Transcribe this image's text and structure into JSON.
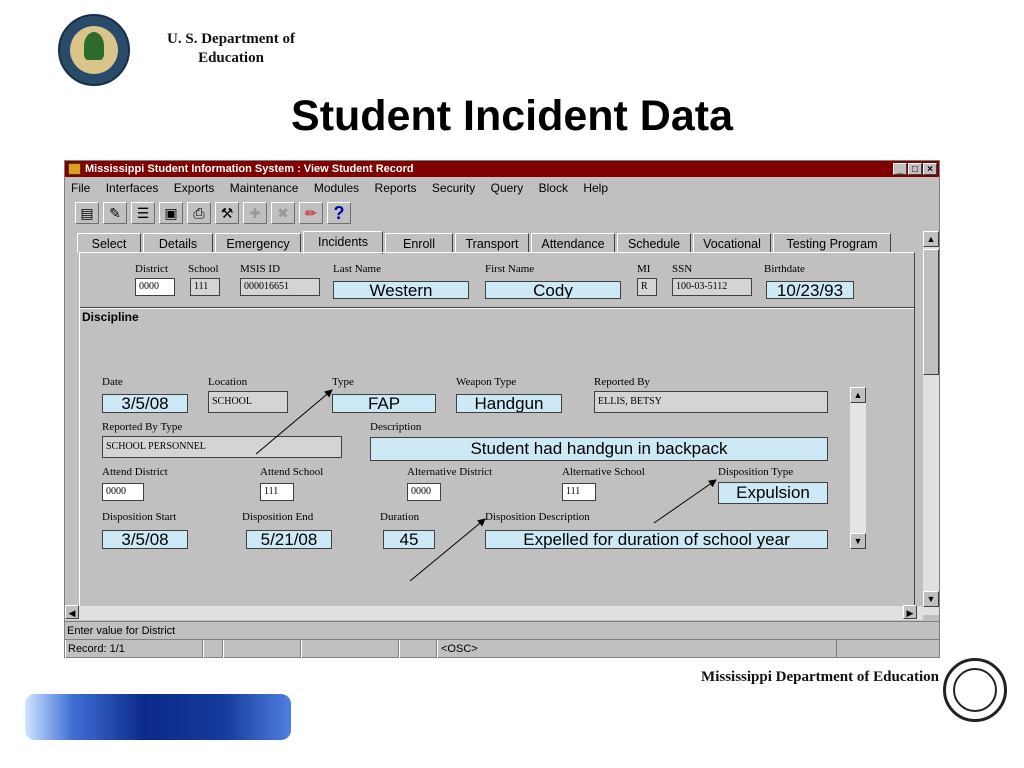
{
  "header": {
    "usde_name": "U. S. Department of Education",
    "title": "Student Incident Data"
  },
  "window": {
    "title": "Mississippi Student Information System : View Student Record",
    "controls": [
      "_",
      "□",
      "×"
    ]
  },
  "menu": [
    "File",
    "Interfaces",
    "Exports",
    "Maintenance",
    "Modules",
    "Reports",
    "Security",
    "Query",
    "Block",
    "Help"
  ],
  "toolbar": {
    "help_glyph": "?"
  },
  "tabs": [
    "Select",
    "Details",
    "Emergency",
    "Incidents",
    "Enroll",
    "Transport",
    "Attendance",
    "Schedule",
    "Vocational",
    "Testing Program"
  ],
  "active_tab": "Incidents",
  "student": {
    "labels": {
      "district": "District",
      "school": "School",
      "msis_id": "MSIS ID",
      "last_name": "Last Name",
      "first_name": "First Name",
      "mi": "MI",
      "ssn": "SSN",
      "birthdate": "Birthdate"
    },
    "district": "0000",
    "school": "111",
    "msis_id": "000016651",
    "last_name": "Western",
    "first_name": "Cody",
    "mi": "R",
    "ssn": "100-03-5112",
    "birthdate": "10/23/93"
  },
  "discipline": {
    "section_title": "Discipline",
    "labels": {
      "date": "Date",
      "location": "Location",
      "type": "Type",
      "weapon_type": "Weapon Type",
      "reported_by": "Reported By",
      "reported_by_type": "Reported By Type",
      "description": "Description",
      "attend_district": "Attend District",
      "attend_school": "Attend School",
      "alt_district": "Alternative District",
      "alt_school": "Alternative School",
      "disposition_type": "Disposition Type",
      "disposition_start": "Disposition Start",
      "disposition_end": "Disposition End",
      "duration": "Duration",
      "disposition_description": "Disposition Description"
    },
    "date": "3/5/08",
    "location": "SCHOOL",
    "type": "FAP",
    "weapon_type": "Handgun",
    "reported_by": "ELLIS, BETSY",
    "reported_by_type": "SCHOOL PERSONNEL",
    "description": "Student had handgun in backpack",
    "attend_district": "0000",
    "attend_school": "111",
    "alt_district": "0000",
    "alt_school": "111",
    "disposition_type": "Expulsion",
    "disposition_start": "3/5/08",
    "disposition_end": "5/21/08",
    "duration": "45",
    "disposition_description": "Expelled for duration of school year"
  },
  "statusbar": {
    "message": "Enter value for District",
    "record": "Record: 1/1",
    "mode": "<OSC>"
  },
  "footer": {
    "mde_name": "Mississippi Department of Education"
  }
}
